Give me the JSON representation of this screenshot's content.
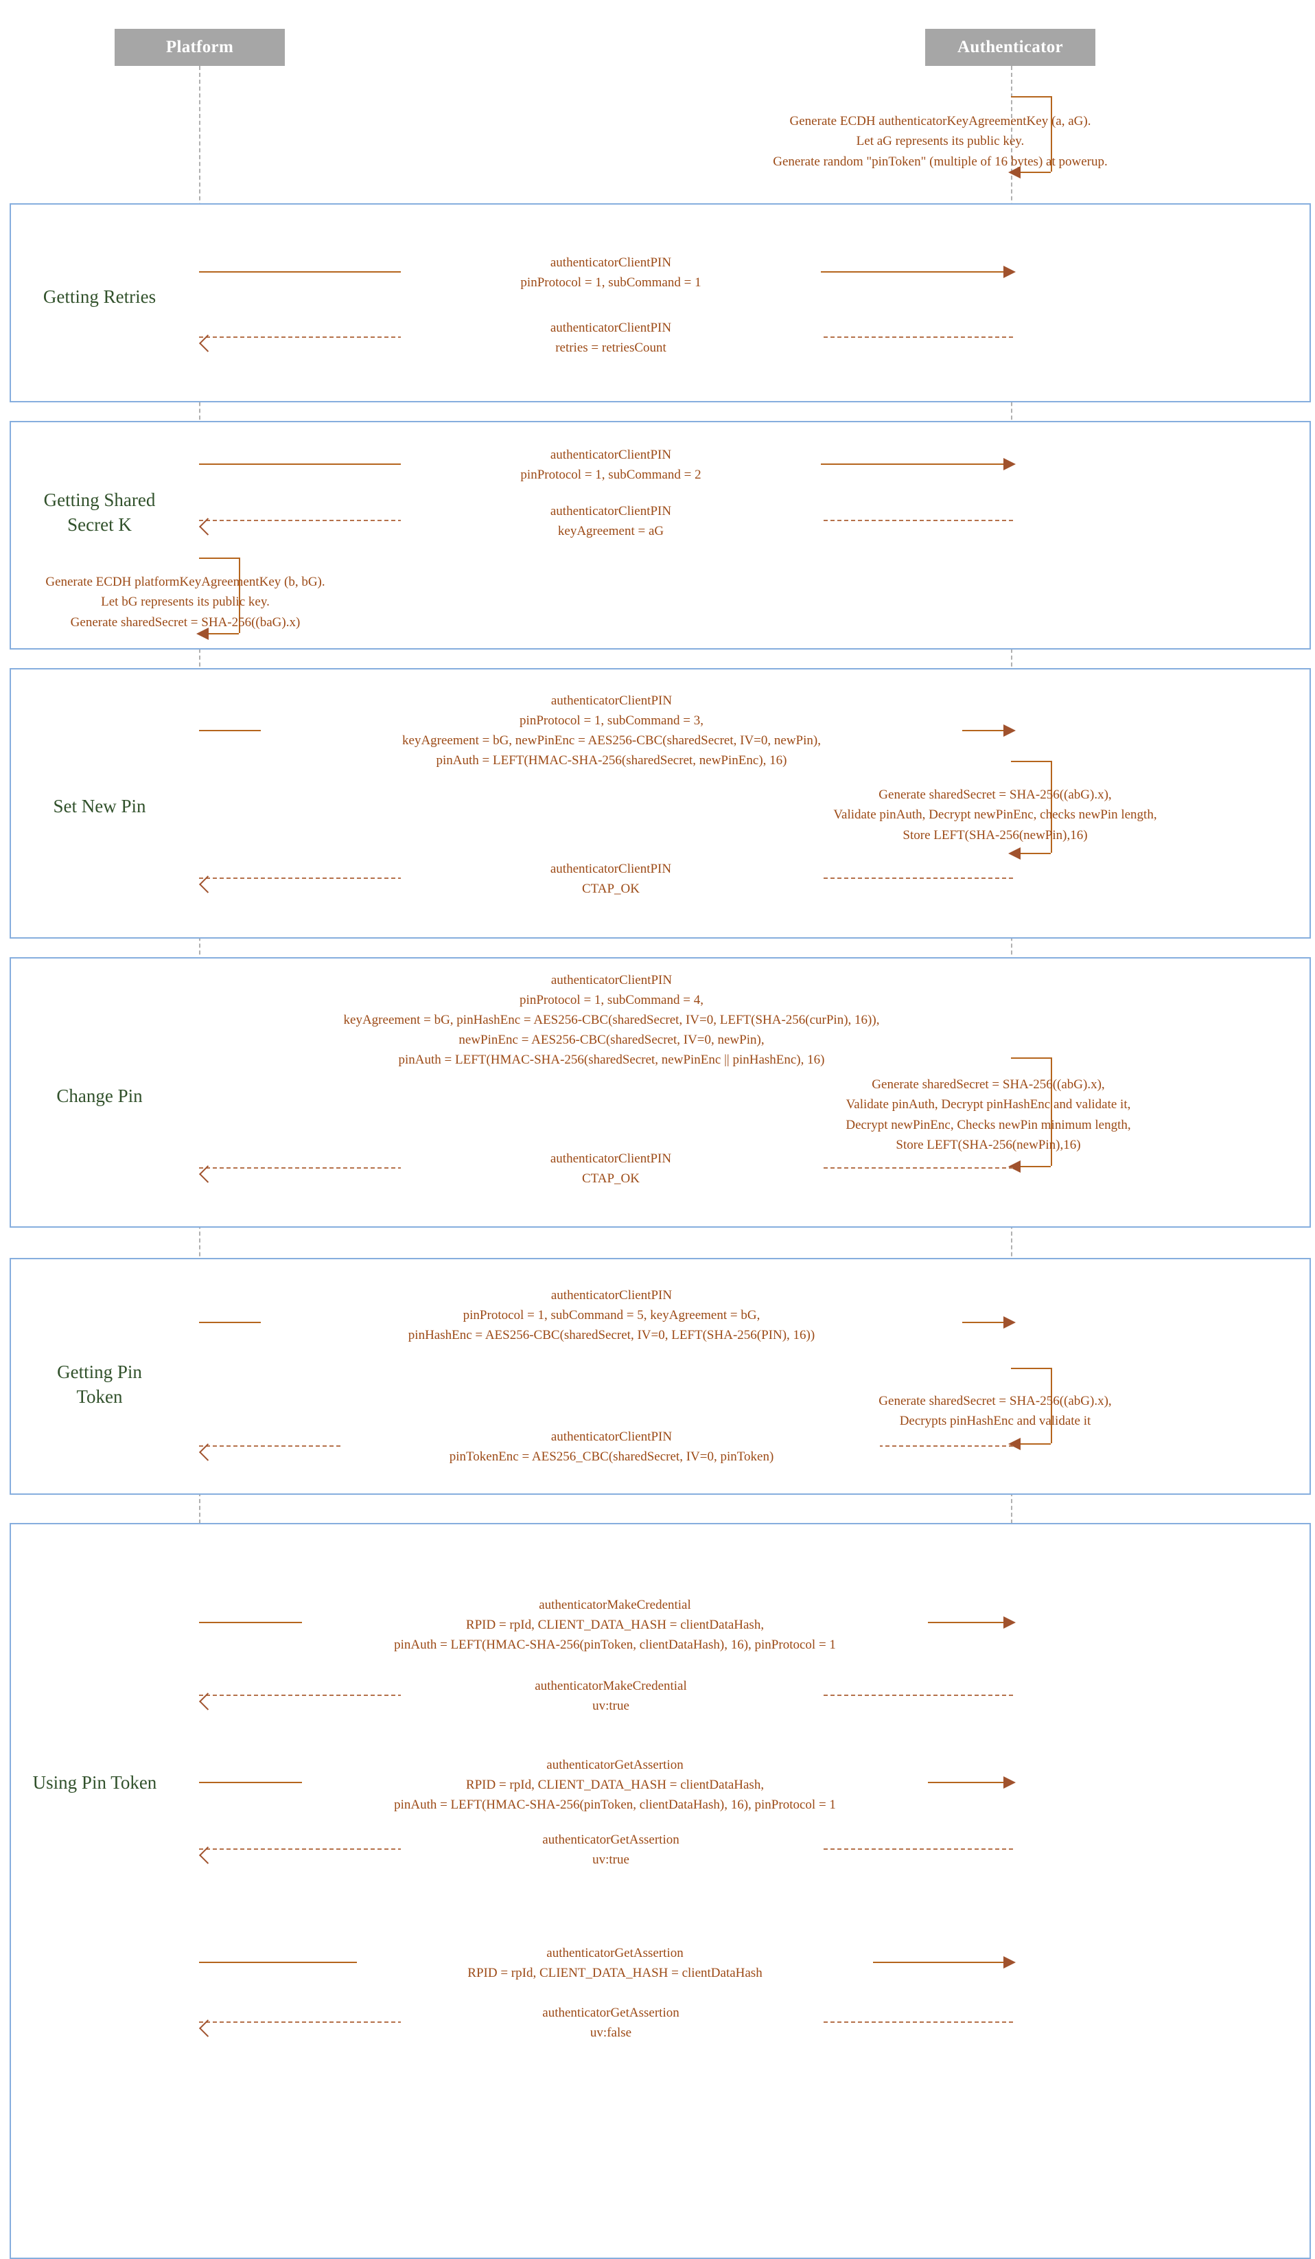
{
  "diagram": {
    "title": "CTAP2 Client PIN Protocol Sequence",
    "colors": {
      "participant_fill": "#a6a6a6",
      "participant_text": "#ffffff",
      "frame_border": "#86aede",
      "frame_label_text": "#31512b",
      "message_line": "#b5651d",
      "message_text": "#9c4a16",
      "lifeline": "#b0b0b0"
    }
  },
  "participants": [
    {
      "id": "platform",
      "label": "Platform"
    },
    {
      "id": "authenticator",
      "label": "Authenticator"
    }
  ],
  "preamble": {
    "self_message": {
      "actor": "authenticator",
      "text": "Generate ECDH authenticatorKeyAgreementKey (a, aG).\nLet aG represents its public key.\nGenerate random \"pinToken\" (multiple of 16 bytes) at powerup."
    }
  },
  "frames": [
    {
      "id": "getting-retries",
      "label": "Getting Retries",
      "steps": [
        {
          "kind": "message",
          "dir": "right",
          "style": "solid",
          "text": "authenticatorClientPIN\npinProtocol = 1, subCommand = 1"
        },
        {
          "kind": "message",
          "dir": "left",
          "style": "dashed",
          "text": "authenticatorClientPIN\nretries = retriesCount"
        }
      ]
    },
    {
      "id": "getting-shared-secret-k",
      "label": "Getting Shared\nSecret K",
      "steps": [
        {
          "kind": "message",
          "dir": "right",
          "style": "solid",
          "text": "authenticatorClientPIN\npinProtocol = 1, subCommand = 2"
        },
        {
          "kind": "message",
          "dir": "left",
          "style": "dashed",
          "text": "authenticatorClientPIN\nkeyAgreement = aG"
        },
        {
          "kind": "self",
          "actor": "platform",
          "text": "Generate ECDH platformKeyAgreementKey (b, bG).\nLet bG represents its public key.\nGenerate sharedSecret = SHA-256((baG).x)"
        }
      ]
    },
    {
      "id": "set-new-pin",
      "label": "Set New Pin",
      "steps": [
        {
          "kind": "message",
          "dir": "right",
          "style": "solid",
          "text": "authenticatorClientPIN\npinProtocol = 1, subCommand = 3,\nkeyAgreement = bG, newPinEnc = AES256-CBC(sharedSecret, IV=0, newPin),\npinAuth = LEFT(HMAC-SHA-256(sharedSecret, newPinEnc), 16)"
        },
        {
          "kind": "self",
          "actor": "authenticator",
          "text": "Generate sharedSecret = SHA-256((abG).x),\nValidate pinAuth, Decrypt newPinEnc, checks newPin length,\nStore LEFT(SHA-256(newPin),16)"
        },
        {
          "kind": "message",
          "dir": "left",
          "style": "dashed",
          "text": "authenticatorClientPIN\nCTAP_OK"
        }
      ]
    },
    {
      "id": "change-pin",
      "label": "Change Pin",
      "steps": [
        {
          "kind": "message",
          "dir": "right",
          "style": "solid",
          "text": "authenticatorClientPIN\npinProtocol = 1, subCommand = 4,\nkeyAgreement = bG, pinHashEnc = AES256-CBC(sharedSecret, IV=0, LEFT(SHA-256(curPin), 16)),\nnewPinEnc = AES256-CBC(sharedSecret, IV=0, newPin),\npinAuth = LEFT(HMAC-SHA-256(sharedSecret, newPinEnc || pinHashEnc), 16)"
        },
        {
          "kind": "self",
          "actor": "authenticator",
          "text": "Generate sharedSecret = SHA-256((abG).x),\nValidate pinAuth, Decrypt pinHashEnc and validate it,\nDecrypt newPinEnc, Checks newPin minimum length,\nStore LEFT(SHA-256(newPin),16)"
        },
        {
          "kind": "message",
          "dir": "left",
          "style": "dashed",
          "text": "authenticatorClientPIN\nCTAP_OK"
        }
      ]
    },
    {
      "id": "getting-pin-token",
      "label": "Getting Pin\nToken",
      "steps": [
        {
          "kind": "message",
          "dir": "right",
          "style": "solid",
          "text": "authenticatorClientPIN\npinProtocol = 1, subCommand = 5, keyAgreement = bG,\npinHashEnc = AES256-CBC(sharedSecret, IV=0, LEFT(SHA-256(PIN), 16))"
        },
        {
          "kind": "self",
          "actor": "authenticator",
          "text": "Generate sharedSecret = SHA-256((abG).x),\nDecrypts pinHashEnc and validate it"
        },
        {
          "kind": "message",
          "dir": "left",
          "style": "dashed",
          "text": "authenticatorClientPIN\npinTokenEnc = AES256_CBC(sharedSecret, IV=0, pinToken)"
        }
      ]
    },
    {
      "id": "using-pin-token",
      "label": "Using Pin Token",
      "steps": [
        {
          "kind": "message",
          "dir": "right",
          "style": "solid",
          "text": "authenticatorMakeCredential\nRPID = rpId, CLIENT_DATA_HASH = clientDataHash,\npinAuth = LEFT(HMAC-SHA-256(pinToken, clientDataHash), 16), pinProtocol = 1"
        },
        {
          "kind": "message",
          "dir": "left",
          "style": "dashed",
          "text": "authenticatorMakeCredential\nuv:true"
        },
        {
          "kind": "message",
          "dir": "right",
          "style": "solid",
          "text": "authenticatorGetAssertion\nRPID = rpId, CLIENT_DATA_HASH = clientDataHash,\npinAuth = LEFT(HMAC-SHA-256(pinToken, clientDataHash), 16), pinProtocol = 1"
        },
        {
          "kind": "message",
          "dir": "left",
          "style": "dashed",
          "text": "authenticatorGetAssertion\nuv:true"
        },
        {
          "kind": "message",
          "dir": "right",
          "style": "solid",
          "text": "authenticatorGetAssertion\nRPID = rpId, CLIENT_DATA_HASH = clientDataHash"
        },
        {
          "kind": "message",
          "dir": "left",
          "style": "dashed",
          "text": "authenticatorGetAssertion\nuv:false"
        }
      ]
    }
  ]
}
